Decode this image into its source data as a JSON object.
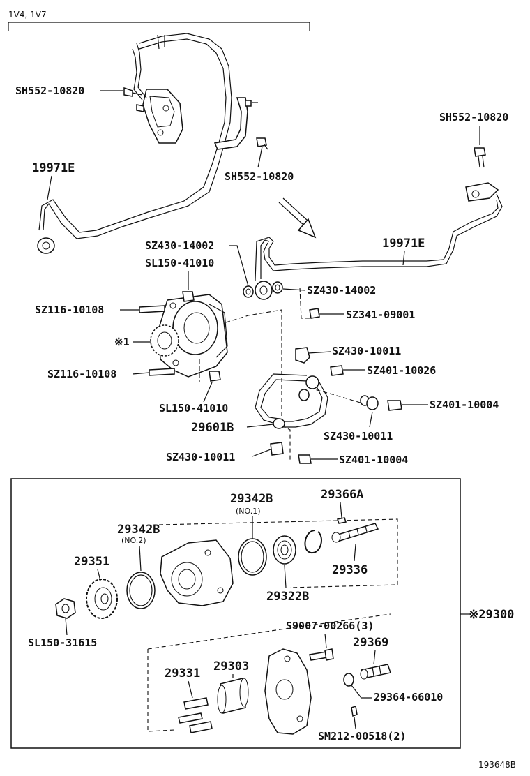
{
  "header": {
    "model_label": "1V4, 1V7"
  },
  "footer": {
    "figure_code": "193648B"
  },
  "labels": {
    "bolt_top_left": "SH552-10820",
    "bolt_top_mid": "SH552-10820",
    "bolt_top_right": "SH552-10820",
    "hose_left": "19971E",
    "hose_right": "19971E",
    "gasket_a1": "SZ430-14002",
    "gasket_a2": "SZ430-14002",
    "nut_top": "SL150-41010",
    "nut_bottom": "SL150-41010",
    "stud_top": "SZ116-10108",
    "stud_bottom": "SZ116-10108",
    "ref_mark": "※1",
    "nut_m": "SZ341-09001",
    "gasket_b1": "SZ430-10011",
    "gasket_b2": "SZ430-10011",
    "gasket_b3": "SZ430-10011",
    "bolt_union1": "SZ401-10026",
    "bolt_union2": "SZ401-10004",
    "bolt_union3": "SZ401-10004",
    "pipe": "29601B",
    "oring_no1": "29342B",
    "oring_no1_note": "(NO.1)",
    "oring_no2": "29342B",
    "oring_no2_note": "(NO.2)",
    "gear": "29351",
    "nut_gear": "SL150-31615",
    "key": "29366A",
    "shaft": "29336",
    "bearing": "29322B",
    "assembly": "※29300",
    "screw": "S9007-00266(3)",
    "check_valve": "29369",
    "oring_small": "29364-66010",
    "vane": "29331",
    "rotor": "29303",
    "pin": "SM212-00518(2)"
  }
}
